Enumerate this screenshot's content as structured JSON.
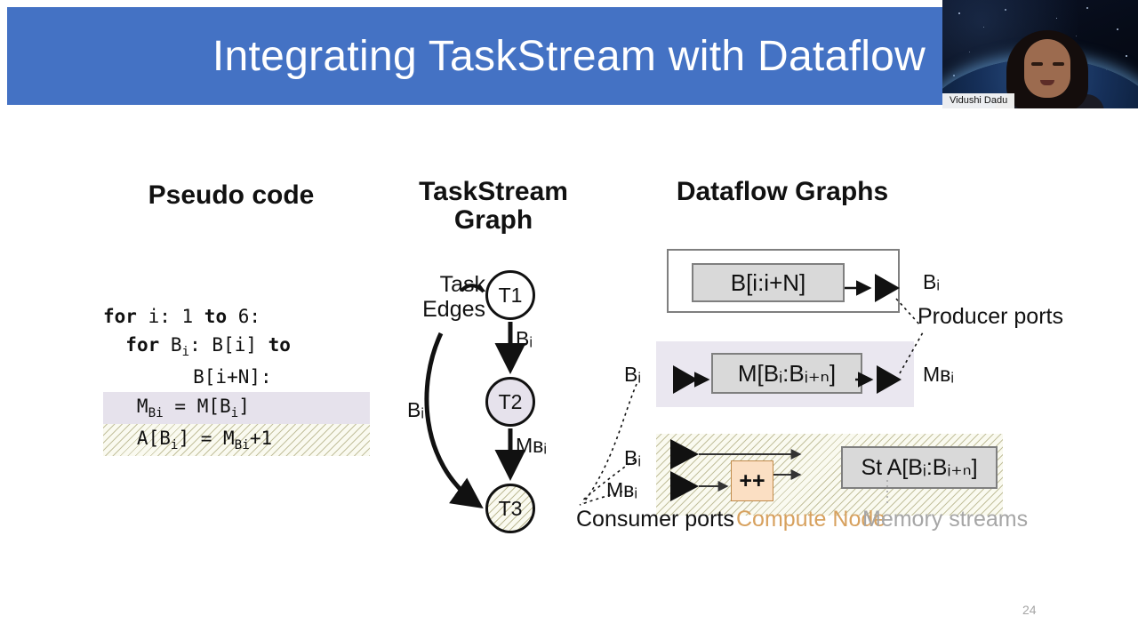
{
  "slide": {
    "title": "Integrating TaskStream with Dataflow",
    "page_number": "24",
    "banner_color": "#4472C4",
    "background_color": "#FFFFFF"
  },
  "webcam": {
    "participant_name": "Vidushi Dadu"
  },
  "columns": {
    "pseudo_code_heading": "Pseudo code",
    "taskstream_heading": "TaskStream Graph",
    "dataflow_heading": "Dataflow Graphs"
  },
  "pseudo_code": {
    "lines": [
      {
        "text": "for i: 1 to 6:",
        "highlight": "none"
      },
      {
        "text": "  for Bᵢ: B[i] to",
        "highlight": "none"
      },
      {
        "text": "         B[i+N]:",
        "highlight": "none"
      },
      {
        "text": "   Mʙᵢ = M[Bᵢ]",
        "highlight": "lavender"
      },
      {
        "text": "   A[Bᵢ] = Mʙᵢ+1",
        "highlight": "hatch"
      }
    ]
  },
  "taskstream_graph": {
    "nodes": [
      {
        "id": "T1",
        "label": "T1",
        "fill": "white"
      },
      {
        "id": "T2",
        "label": "T2",
        "fill": "#E6E2EC"
      },
      {
        "id": "T3",
        "label": "T3",
        "fill": "hatched"
      }
    ],
    "task_edges_label": "Task Edges",
    "edge_labels": {
      "t1_to_t2": "Bᵢ",
      "t2_to_t3": "Mʙᵢ",
      "t1_to_t3": "Bᵢ"
    }
  },
  "dataflow_graphs": {
    "row1": {
      "stream_label": "B[i:i+N]",
      "producer_port_label": "Bᵢ",
      "background": "#FFFFFF"
    },
    "row2": {
      "consumer_port_label": "Bᵢ",
      "stream_label": "M[Bᵢ:Bᵢ₊ₙ]",
      "producer_port_label": "Mʙᵢ",
      "background": "#EAE7F0"
    },
    "row3": {
      "consumer_port_label_top": "Bᵢ",
      "consumer_port_label_bottom": "Mʙᵢ",
      "compute_node_label": "++",
      "store_label": "St A[Bᵢ:Bᵢ₊ₙ]",
      "background": "hatched"
    },
    "annotations": {
      "producer_ports": "Producer ports",
      "consumer_ports": "Consumer ports",
      "compute_node": "Compute Node",
      "memory_streams": "Memory streams"
    },
    "annotation_colors": {
      "producer_ports": "#111111",
      "consumer_ports": "#111111",
      "compute_node": "#D7A15E",
      "memory_streams": "#A6A6A6"
    }
  }
}
